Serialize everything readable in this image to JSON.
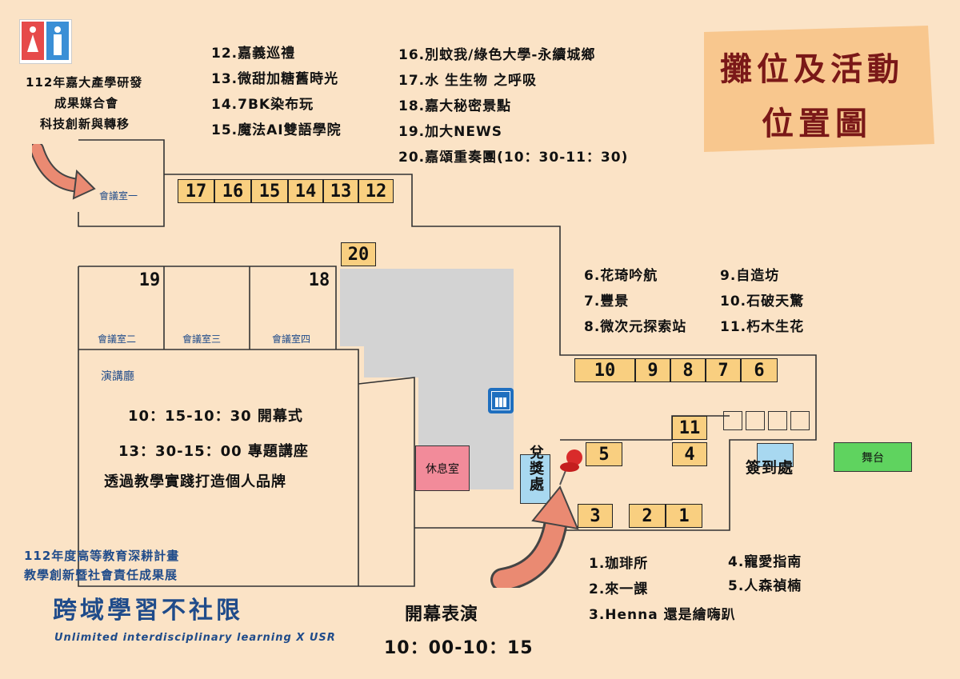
{
  "title": {
    "line1": "攤位及活動",
    "line2": "位置圖"
  },
  "corner_caption": [
    "112年嘉大產學研發",
    "成果媒合會",
    "科技創新與轉移"
  ],
  "list_a": [
    "12.嘉義巡禮",
    "13.微甜加糖舊時光",
    "14.7BK染布玩",
    "15.魔法AI雙語學院"
  ],
  "list_b": [
    "16.別蚊我/綠色大學-永續城鄉",
    "17.水 生生物 之呼吸",
    "18.嘉大秘密景點",
    "19.加大NEWS",
    "20.嘉頌重奏團(10：30-11：30)"
  ],
  "list_c": [
    "6.花琦吟航",
    "7.豐景",
    "8.微次元探索站"
  ],
  "list_d": [
    "9.自造坊",
    "10.石破天驚",
    "11.朽木生花"
  ],
  "list_e": [
    "1.珈琲所",
    "2.來一課",
    "3.Henna 還是繪嗨趴"
  ],
  "list_f": [
    "4.寵愛指南",
    "5.人森禎楠"
  ],
  "rooms": {
    "r1": "會議室一",
    "r2": "會議室二",
    "r3": "會議室三",
    "r4": "會議室四",
    "hall": "演講廳",
    "rest": "休息室",
    "award": "兌獎處",
    "checkin": "簽到處",
    "stage": "舞台"
  },
  "hall_events": [
    "10：15-10：30 開幕式",
    "13：30-15：00 專題講座",
    "透過教學實踐打造個人品牌"
  ],
  "booths": {
    "b1": "1",
    "b2": "2",
    "b3": "3",
    "b4": "4",
    "b5": "5",
    "b6": "6",
    "b7": "7",
    "b8": "8",
    "b9": "9",
    "b10": "10",
    "b11": "11",
    "b12": "12",
    "b13": "13",
    "b14": "14",
    "b15": "15",
    "b16": "16",
    "b17": "17",
    "b18": "18",
    "b19": "19",
    "b20": "20"
  },
  "opening": {
    "label": "開幕表演",
    "time": "10：00-10：15"
  },
  "logo": {
    "line1": "112年度高等教育深耕計畫",
    "line2": "教學創新暨社會責任成果展",
    "main": "跨域學習不社限",
    "sub": "Unlimited interdisciplinary learning X USR"
  },
  "colors": {
    "background": "#fbe3c6",
    "booth": "#f9cf80",
    "title": "#7a1818",
    "gray_area": "#d3d3d3",
    "rest_room": "#f28b9a",
    "award": "#a8d8f0",
    "stage": "#5fd35f"
  },
  "icons": [
    "toilet-icon",
    "elevator-icon",
    "pushpin-icon"
  ]
}
